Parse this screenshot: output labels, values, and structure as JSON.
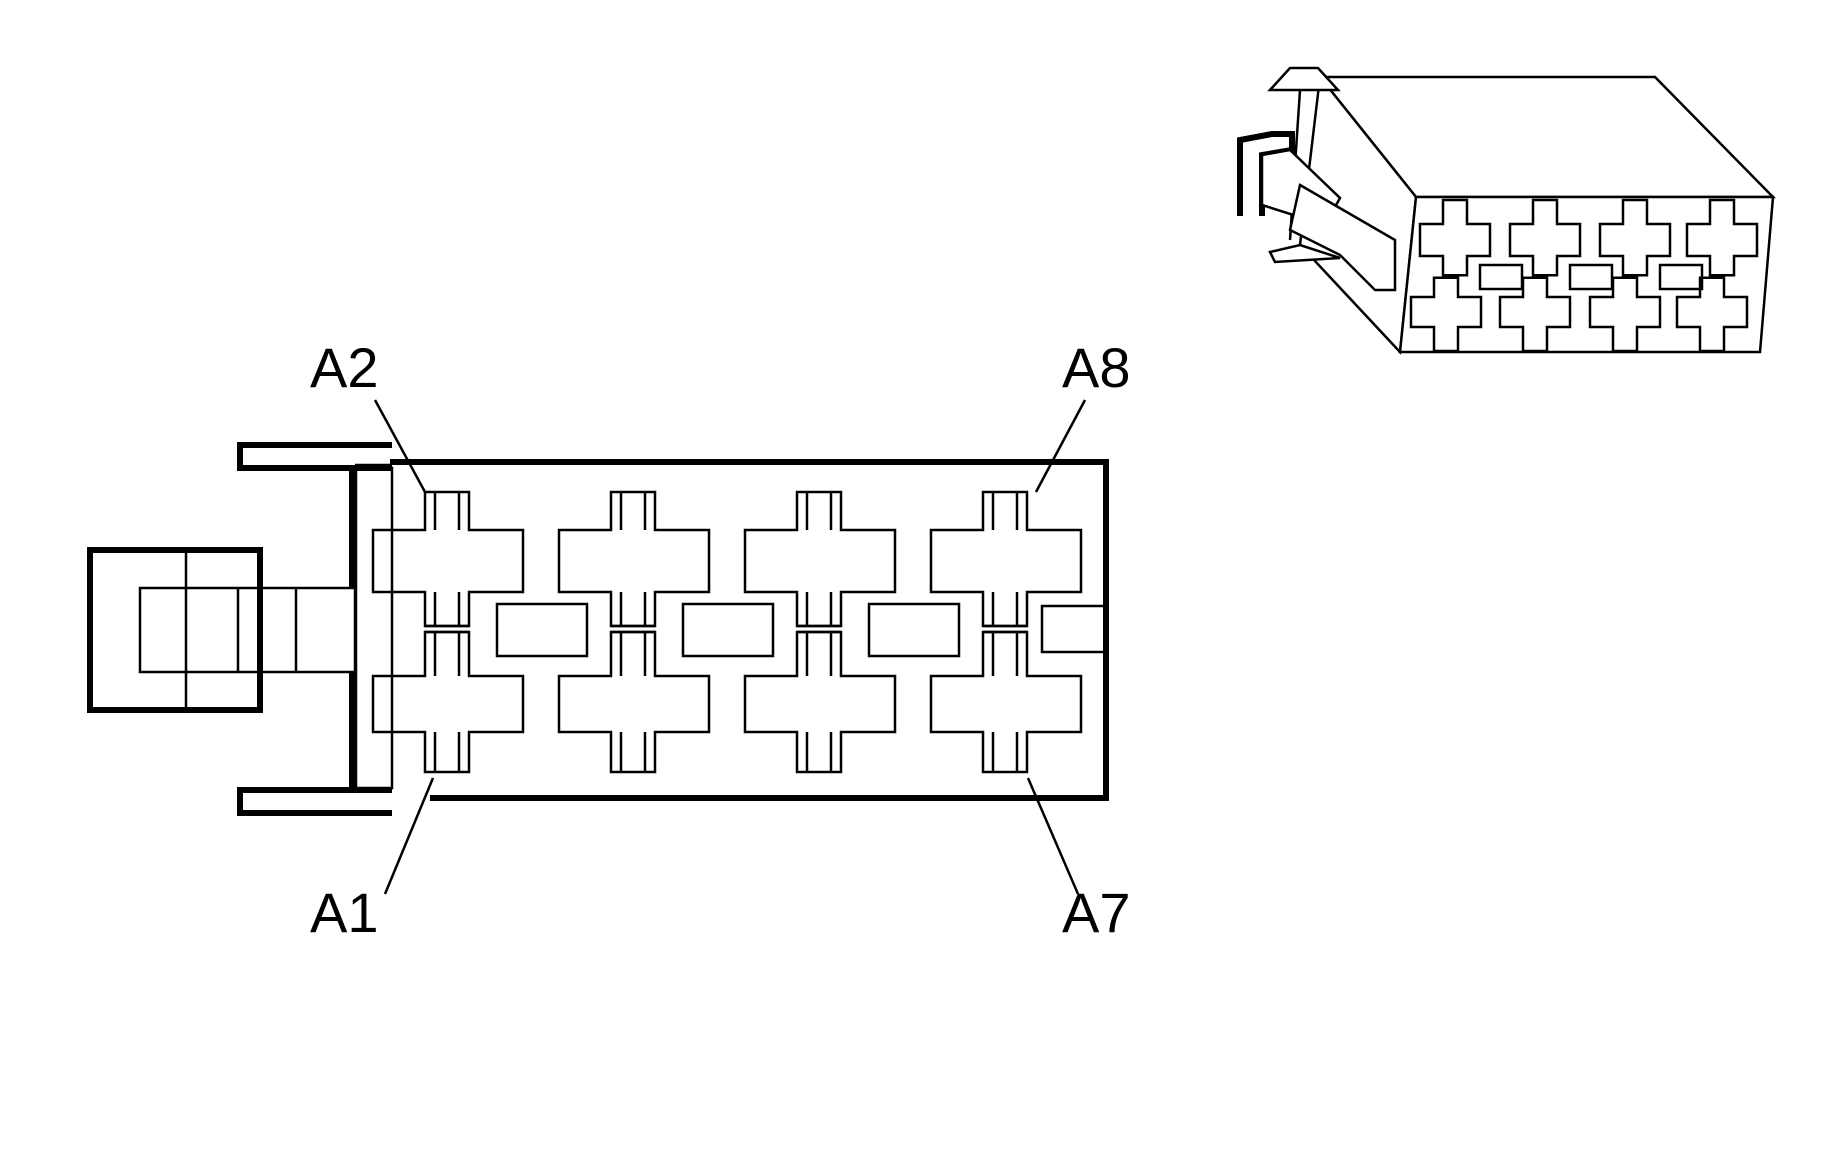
{
  "diagram": {
    "pin_labels": {
      "a2": "A2",
      "a8": "A8",
      "a1": "A1",
      "a7": "A7"
    },
    "line_color": "#000000",
    "background": "#ffffff"
  }
}
